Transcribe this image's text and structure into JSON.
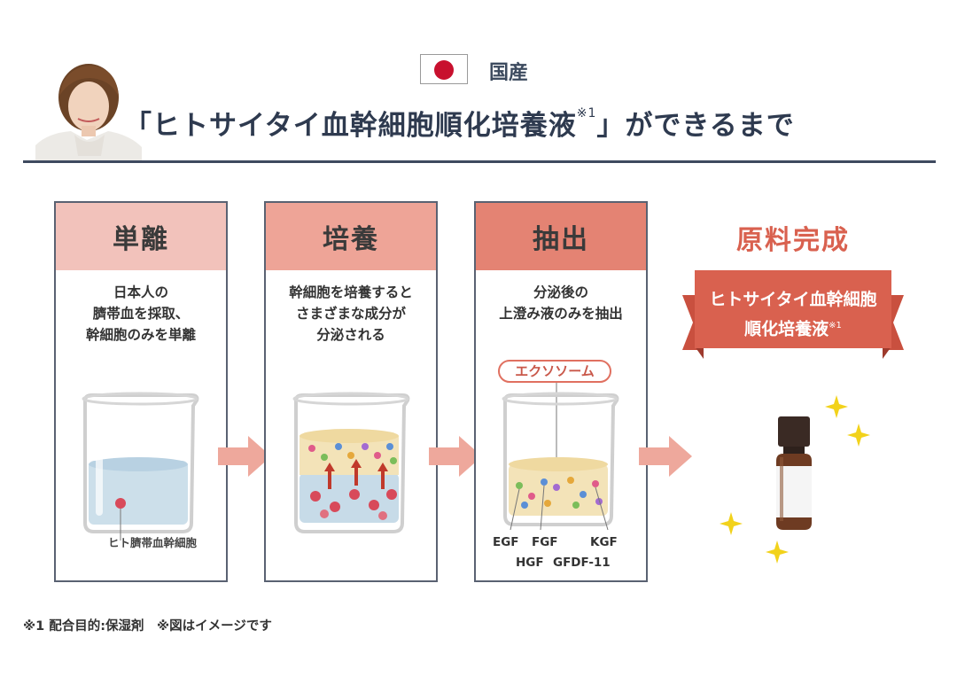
{
  "header": {
    "origin_label": "国産",
    "title": "「ヒトサイタイ血幹細胞順化培養液",
    "title_sup": "※1",
    "title_end": "」ができるまで"
  },
  "steps": [
    {
      "title": "単離",
      "lines": [
        "日本人の",
        "臍帯血を採取、",
        "幹細胞のみを単離"
      ],
      "beaker_label": "ヒト臍帯血幹細胞"
    },
    {
      "title": "培養",
      "lines": [
        "幹細胞を培養すると",
        "さまざまな成分が",
        "分泌される"
      ]
    },
    {
      "title": "抽出",
      "lines": [
        "分泌後の",
        "上澄み液のみを抽出"
      ],
      "callout": "エクソソーム",
      "factors": [
        "EGF",
        "FGF",
        "KGF",
        "HGF",
        "GFDF-11"
      ]
    }
  ],
  "final": {
    "title": "原料完成",
    "ribbon_lines": [
      "ヒトサイタイ血幹細胞",
      "順化培養液"
    ],
    "ribbon_sup": "※1"
  },
  "footer": {
    "note": "※1 配合目的:保湿剤　※図はイメージです"
  },
  "colors": {
    "navy": "#3e4a5f",
    "head1": "#f2c2bb",
    "head2": "#eea497",
    "head3": "#e48373",
    "accent": "#d9614f",
    "arrow": "#eea89c",
    "flag_red": "#c8102e",
    "sparkle": "#f2d21b"
  }
}
